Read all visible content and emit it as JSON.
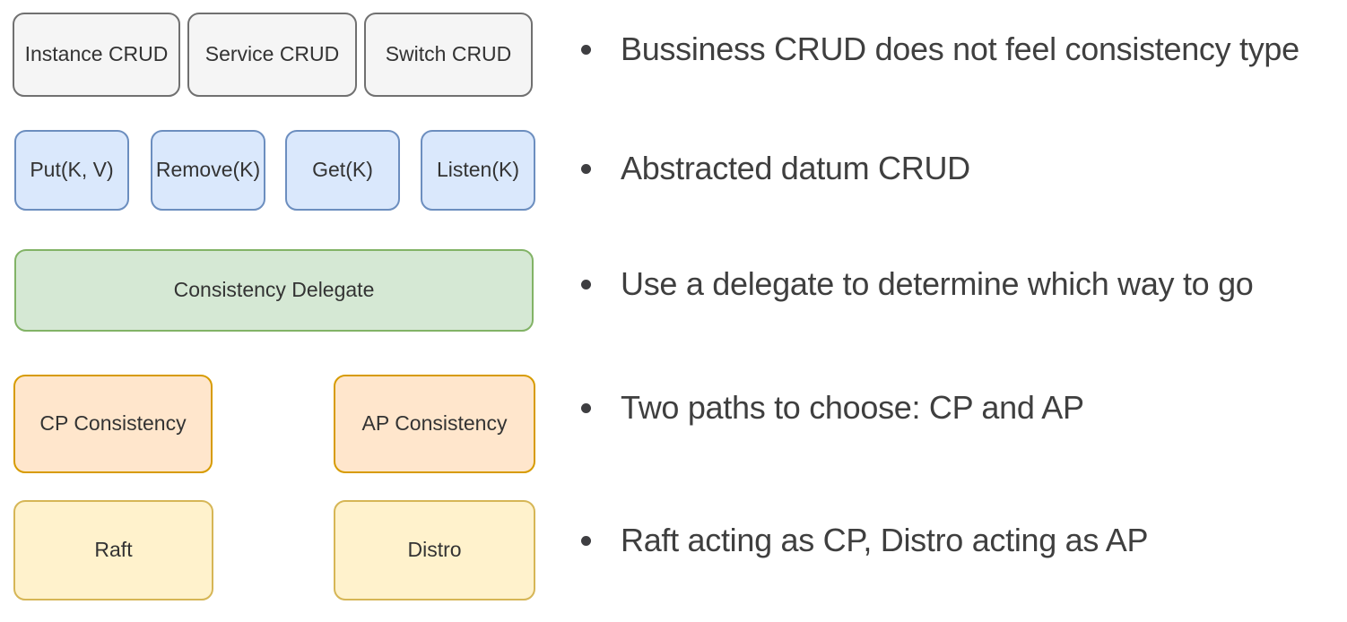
{
  "diagram": {
    "gray_boxes": [
      "Instance CRUD",
      "Service CRUD",
      "Switch CRUD"
    ],
    "blue_boxes": [
      "Put(K, V)",
      "Remove(K)",
      "Get(K)",
      "Listen(K)"
    ],
    "green_box": "Consistency Delegate",
    "orange_boxes": [
      "CP Consistency",
      "AP Consistency"
    ],
    "yellow_boxes": [
      "Raft",
      "Distro"
    ],
    "colors": {
      "gray_fill": "#f5f5f5",
      "gray_border": "#707070",
      "blue_fill": "#dae8fc",
      "blue_border": "#6c8ebf",
      "green_fill": "#d5e8d4",
      "green_border": "#82b366",
      "orange_fill": "#ffe6cc",
      "orange_border": "#d79b00",
      "yellow_fill": "#fff2cc",
      "yellow_border": "#d6b656",
      "box_text": "#333333",
      "bullet_text": "#3f3f3f"
    }
  },
  "bullets": [
    "Bussiness CRUD does not feel consistency type",
    "Abstracted datum CRUD",
    "Use a delegate to determine which way to go",
    "Two paths to choose: CP and AP",
    "Raft acting as CP, Distro acting as AP"
  ]
}
